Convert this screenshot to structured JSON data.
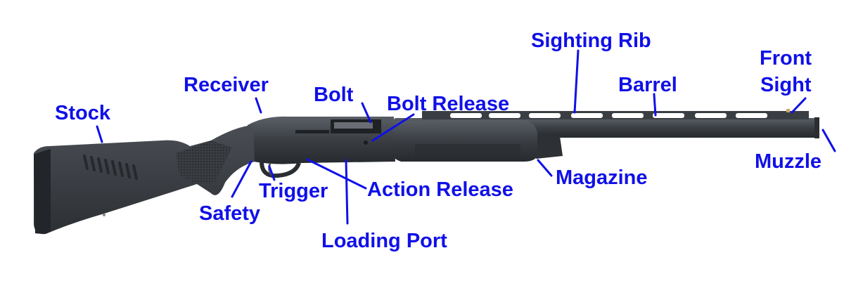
{
  "labels": {
    "stock": "Stock",
    "receiver": "Receiver",
    "bolt": "Bolt",
    "bolt_release": "Bolt Release",
    "sighting_rib": "Sighting Rib",
    "barrel": "Barrel",
    "front_sight_line1": "Front",
    "front_sight_line2": "Sight",
    "muzzle": "Muzzle",
    "magazine": "Magazine",
    "action_release": "Action Release",
    "trigger": "Trigger",
    "safety": "Safety",
    "loading_port": "Loading Port"
  },
  "colors": {
    "label": "#1010e8",
    "gun_body": "#3b3f44",
    "gun_dark": "#24272b"
  }
}
